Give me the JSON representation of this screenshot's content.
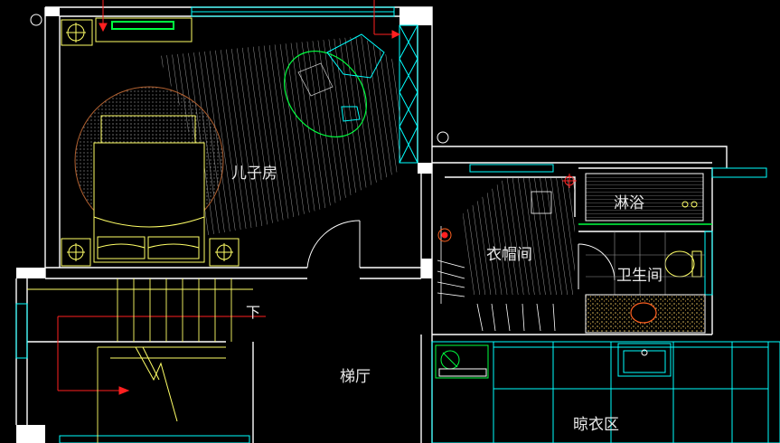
{
  "rooms": {
    "son_bedroom": "儿子房",
    "shower": "淋浴",
    "wardrobe": "衣帽间",
    "bathroom": "卫生间",
    "stair_hall": "梯厅",
    "drying_area": "晾衣区"
  },
  "stair": {
    "direction_label": "下"
  },
  "colors": {
    "background": "#000000",
    "wall": "#ffffff",
    "window": "#00ffff",
    "furniture": "#ffff66",
    "hatch": "#c8c8c8",
    "marker": "#ff2020",
    "accent_green": "#00ff40",
    "sand": "#cc9933",
    "label": "#e8e8e8"
  },
  "icons": [
    "bed-icon",
    "nightstand-lamp-icon",
    "desk-chair-icon",
    "toilet-icon",
    "washbasin-icon",
    "washing-machine-icon",
    "sink-icon",
    "door-swing-icon",
    "column-marker-icon"
  ]
}
